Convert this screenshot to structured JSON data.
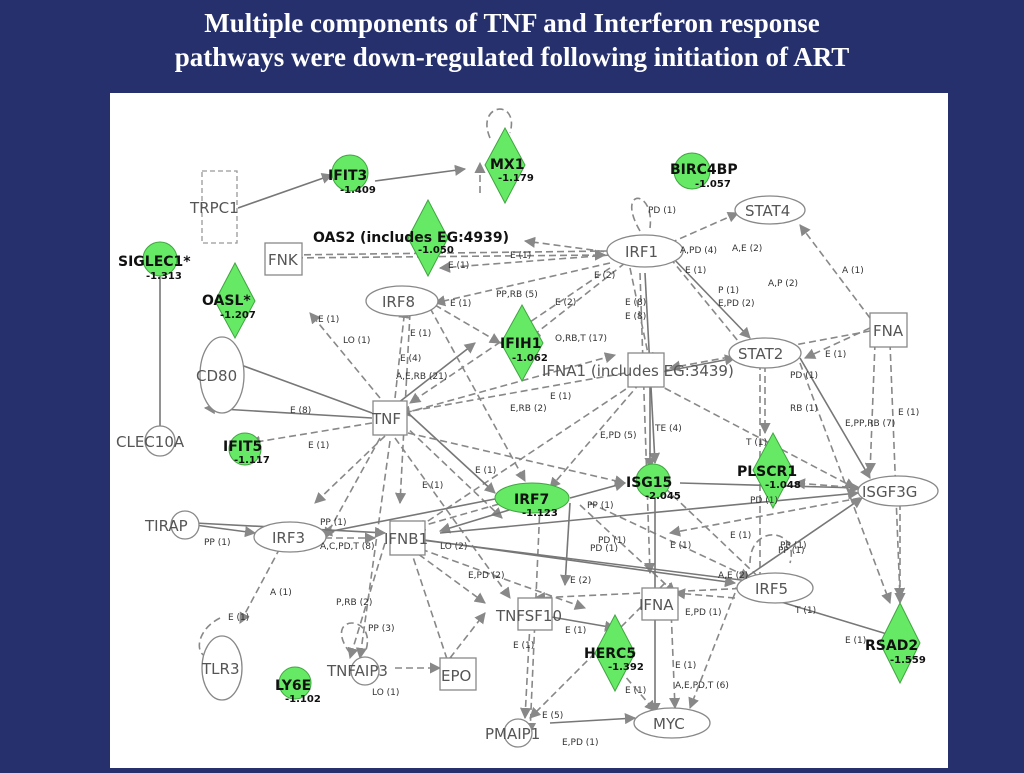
{
  "slide": {
    "title_line1": "Multiple components of TNF and Interferon response",
    "title_line2": "pathways were down-regulated following initiation of ART"
  },
  "colors": {
    "background": "#25306c",
    "panel": "#ffffff",
    "downregulated_node": "#66ea66",
    "edge": "#888888"
  },
  "nodes": {
    "ifit3": {
      "label": "IFIT3",
      "value": "-1.409"
    },
    "mx1": {
      "label": "MX1",
      "value": "-1.179"
    },
    "birc4bp": {
      "label": "BIRC4BP",
      "value": "-1.057"
    },
    "trpc1": {
      "label": "TRPC1"
    },
    "stat4": {
      "label": "STAT4"
    },
    "siglec1": {
      "label": "SIGLEC1*",
      "value": "-1.313"
    },
    "fnk": {
      "label": "FNK"
    },
    "oas2": {
      "label": "OAS2 (includes EG:4939)",
      "value": "-1.050"
    },
    "irf1": {
      "label": "IRF1"
    },
    "oasl": {
      "label": "OASL*",
      "value": "-1.207"
    },
    "irf8": {
      "label": "IRF8"
    },
    "fna_right": {
      "label": "FNA"
    },
    "ifih1": {
      "label": "IFIH1",
      "value": "-1.062"
    },
    "fna_includes": {
      "label": "IFNA1 (includes EG:3439)"
    },
    "stat2": {
      "label": "STAT2"
    },
    "cd80": {
      "label": "CD80"
    },
    "tnf": {
      "label": "TNF"
    },
    "clec10a": {
      "label": "CLEC10A"
    },
    "ifit5": {
      "label": "IFIT5",
      "value": "-1.117"
    },
    "plscr1": {
      "label": "PLSCR1",
      "value": "-1.048"
    },
    "isg15": {
      "label": "ISG15",
      "value": "-2.045"
    },
    "isgf3g": {
      "label": "ISGF3G"
    },
    "irf7": {
      "label": "IRF7",
      "value": "-1.123"
    },
    "tirap": {
      "label": "TIRAP"
    },
    "irf3": {
      "label": "IRF3"
    },
    "ifnb1": {
      "label": "IFNB1"
    },
    "irf5": {
      "label": "IRF5"
    },
    "ifna_lower": {
      "label": "IFNA"
    },
    "tnfsf10": {
      "label": "TNFSF10"
    },
    "rsad2": {
      "label": "RSAD2",
      "value": "-1.559"
    },
    "herc5": {
      "label": "HERC5",
      "value": "-1.392"
    },
    "tlr3": {
      "label": "TLR3"
    },
    "tnfaip3": {
      "label": "TNFAIP3"
    },
    "epo": {
      "label": "EPO"
    },
    "ly6e": {
      "label": "LY6E",
      "value": "-1.102"
    },
    "myc": {
      "label": "MYC"
    },
    "pmaip1": {
      "label": "PMAIP1"
    }
  },
  "edge_labels": [
    "E (1)",
    "PD (1)",
    "A,E (2)",
    "A,PD (4)",
    "E (1)",
    "A,P (2)",
    "A (1)",
    "E (1)",
    "PP,RB (5)",
    "E (2)",
    "E (1)",
    "P (1)",
    "E,PD (2)",
    "E (8)",
    "E (1)",
    "LO (1)",
    "E (1)",
    "O,RB,T (17)",
    "E (4)",
    "A,E,RB (21)",
    "E (8)",
    "E (1)",
    "PD (1)",
    "RB (1)",
    "E,PP,RB (7)",
    "E (1)",
    "E,RB (2)",
    "E,PD (5)",
    "TE (4)",
    "T (1)",
    "PD (1)",
    "E (1)",
    "PP (1)",
    "PP (1)",
    "A,C,PD,T (8)",
    "LO (2)",
    "E (1)",
    "E (1)",
    "PD (1)",
    "A (1)",
    "E (1)",
    "PP (3)",
    "E (1)",
    "E (1)",
    "E,PD (1)",
    "T (1)",
    "E (1)",
    "E (1)",
    "E (1)",
    "A,E,PD,T (6)",
    "E (5)",
    "E,PD (1)",
    "E (2)",
    "PP (1)",
    "E,PD (2)",
    "A,E (2)",
    "P,RB (2)",
    "E (1)",
    "LO (1)",
    "PD (1)",
    "E (1)",
    "E (1)"
  ]
}
